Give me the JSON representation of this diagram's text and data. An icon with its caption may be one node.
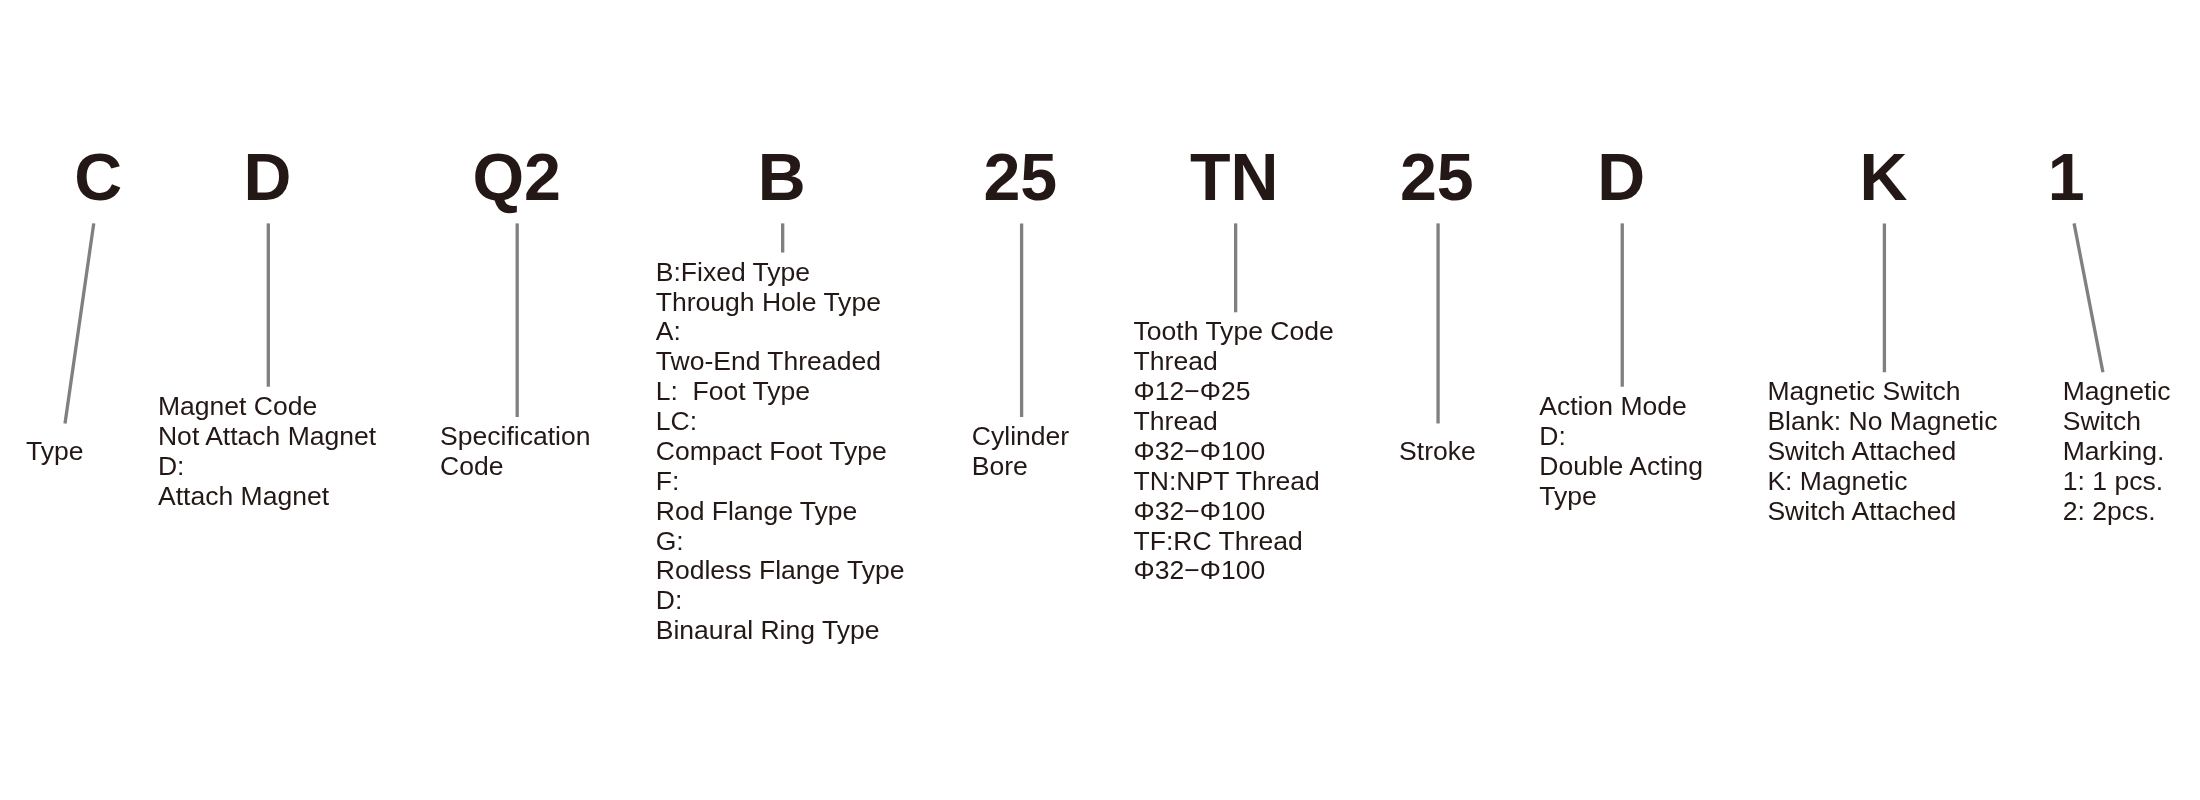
{
  "diagram": {
    "nodes": [
      {
        "text": [
          "C"
        ]
      },
      {
        "text": [
          "D"
        ]
      },
      {
        "text": [
          "Q2"
        ]
      },
      {
        "text": [
          "B"
        ]
      },
      {
        "text": [
          "25"
        ]
      },
      {
        "text": [
          "TN"
        ]
      },
      {
        "text": [
          "25"
        ]
      },
      {
        "text": [
          "D"
        ]
      },
      {
        "text": [
          "K"
        ]
      },
      {
        "text": [
          "1"
        ]
      },
      {
        "text": [
          "Type"
        ]
      },
      {
        "text": [
          "Magnet Code",
          "Not Attach Magnet",
          "D:",
          "Attach Magnet"
        ]
      },
      {
        "text": [
          "Specification",
          "Code"
        ]
      },
      {
        "text": [
          "B:Fixed Type",
          "Through Hole Type",
          "A:",
          "Two-End Threaded",
          "L:  Foot Type",
          "LC:",
          "Compact Foot Type",
          "F:",
          "Rod Flange Type",
          "G:",
          "Rodless Flange Type",
          "D:",
          "Binaural Ring Type"
        ]
      },
      {
        "text": [
          "Cylinder",
          "Bore"
        ]
      },
      {
        "text": [
          "Tooth Type Code",
          "Thread",
          "Φ12−Φ25",
          "Thread",
          "Φ32−Φ100",
          "TN:NPT Thread",
          "Φ32−Φ100",
          "TF:RC Thread",
          "Φ32−Φ100"
        ]
      },
      {
        "text": [
          "Stroke"
        ]
      },
      {
        "text": [
          "Action Mode",
          "D:",
          "Double Acting",
          "Type"
        ]
      },
      {
        "text": [
          "Magnetic Switch",
          "Blank: No Magnetic",
          "Switch Attached",
          "K: Magnetic",
          "Switch Attached"
        ]
      },
      {
        "text": [
          "Magnetic",
          "Switch",
          "Marking.",
          "1: 1 pcs.",
          "2: 2pcs."
        ]
      }
    ],
    "edges": [
      {
        "from": 0,
        "to": 10,
        "arrow": "none"
      },
      {
        "from": 1,
        "to": 11,
        "arrow": "none"
      },
      {
        "from": 2,
        "to": 12,
        "arrow": "none"
      },
      {
        "from": 3,
        "to": 13,
        "arrow": "none"
      },
      {
        "from": 4,
        "to": 14,
        "arrow": "none"
      },
      {
        "from": 5,
        "to": 15,
        "arrow": "none"
      },
      {
        "from": 6,
        "to": 16,
        "arrow": "none"
      },
      {
        "from": 7,
        "to": 17,
        "arrow": "none"
      },
      {
        "from": 8,
        "to": 18,
        "arrow": "none"
      },
      {
        "from": 9,
        "to": 19,
        "arrow": "none"
      }
    ]
  }
}
